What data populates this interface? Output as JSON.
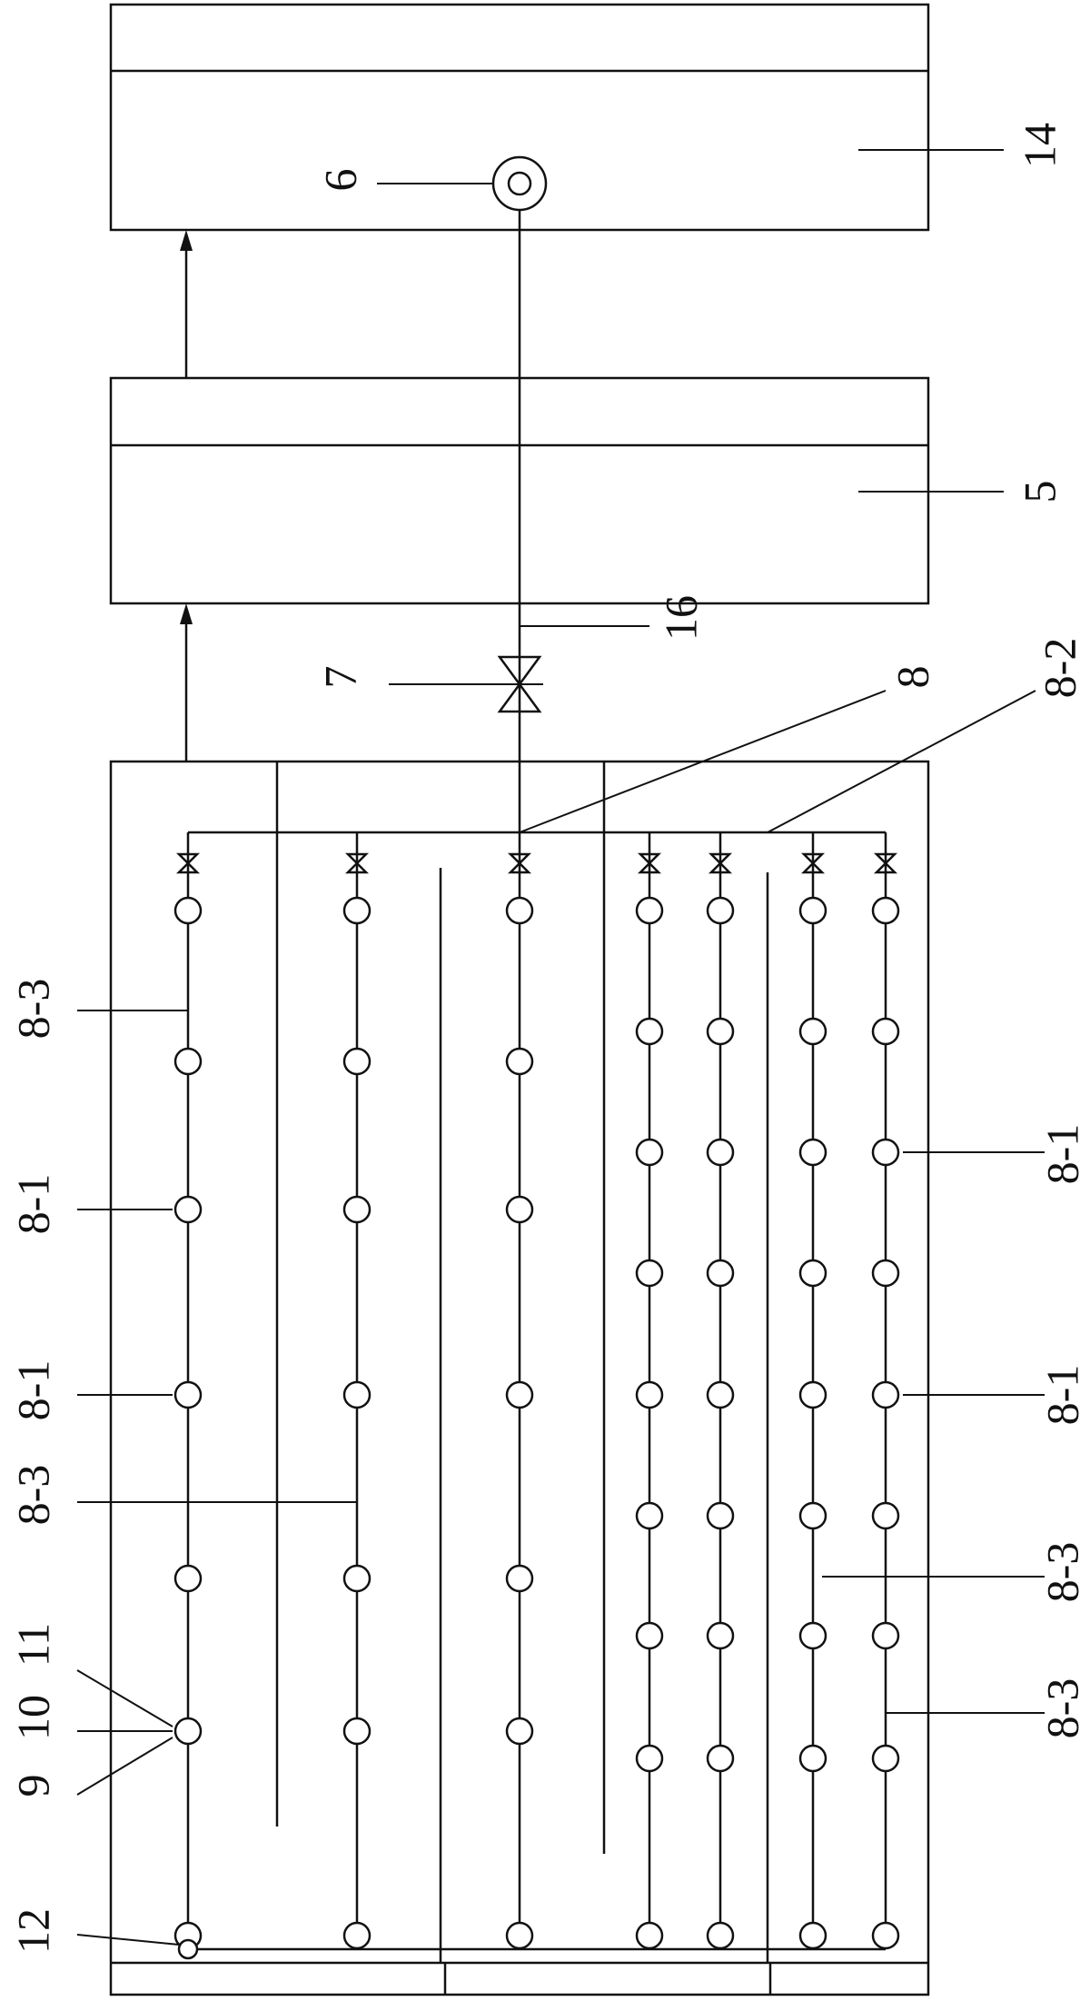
{
  "colors": {
    "ink": "#111111",
    "paper": "#ffffff"
  },
  "labels": {
    "tank_14": "14",
    "pump_6": "6",
    "tank_5": "5",
    "pipe_16": "16",
    "valve_7": "7",
    "main_pipe_8": "8",
    "header_8_2": "8-2",
    "branch_8_3": "8-3",
    "nozzle_8_1": "8-1",
    "part_9": "9",
    "part_10": "10",
    "part_11": "11",
    "part_12": "12"
  }
}
